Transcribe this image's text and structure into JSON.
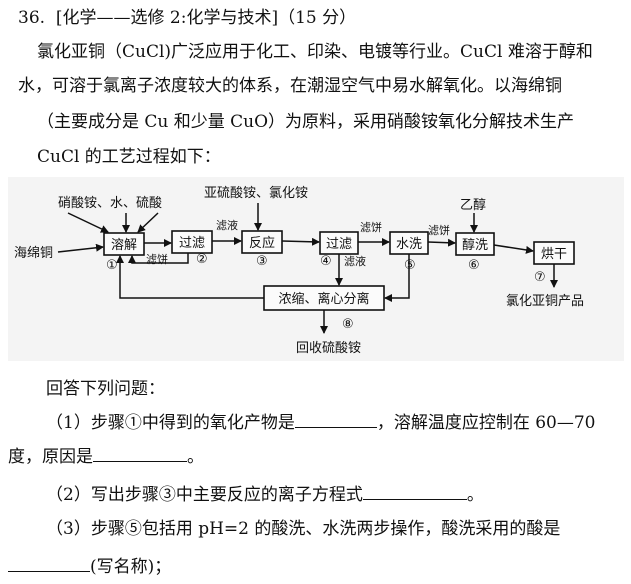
{
  "question": {
    "number": "36.",
    "header": "[化学——选修 2:化学与技术]（15 分）",
    "intro_line1": "氯化亚铜（CuCl)广泛应用于化工、印染、电镀等行业。CuCl 难溶于醇和",
    "intro_line2": "水，可溶于氯离子浓度较大的体系，在潮湿空气中易水解氧化。以海绵铜",
    "intro_line3": "（主要成分是 Cu 和少量 CuO）为原料，采用硝酸铵氧化分解技术生产",
    "intro_line4": "CuCl 的工艺过程如下："
  },
  "diagram": {
    "top_text": "硝酸铵、水、硫酸",
    "reagent_mid": "亚硫酸铵、氯化铵",
    "reagent_right": "乙醇",
    "raw_material": "海绵铜",
    "boxes": {
      "dissolve": "溶解",
      "filter1": "过滤",
      "react": "反应",
      "filter2": "过滤",
      "wash_water": "水洗",
      "wash_alcohol": "醇洗",
      "dry": "烘干",
      "concentrate": "浓缩、离心分离"
    },
    "steps": [
      "①",
      "②",
      "③",
      "④",
      "⑤",
      "⑥",
      "⑦",
      "⑧"
    ],
    "labels": {
      "filtrate1": "滤液",
      "residue1": "滤饼",
      "residue2": "滤饼",
      "filtrate2": "滤液",
      "residue3": "滤饼"
    },
    "product": "氯化亚铜产品",
    "recycle": "回收硫酸铵"
  },
  "answers": {
    "prompt": "回答下列问题：",
    "q1_a": "（1）步骤①中得到的氧化产物是",
    "q1_b": "，溶解温度应控制在 60—70",
    "q1_c": "度，原因是",
    "q1_d": "。",
    "q2_a": "（2）写出步骤③中主要反应的离子方程式",
    "q2_b": "。",
    "q3_a": "（3）步骤⑤包括用 pH=2 的酸洗、水洗两步操作，酸洗采用的酸是",
    "q3_b": "(写名称)；"
  }
}
